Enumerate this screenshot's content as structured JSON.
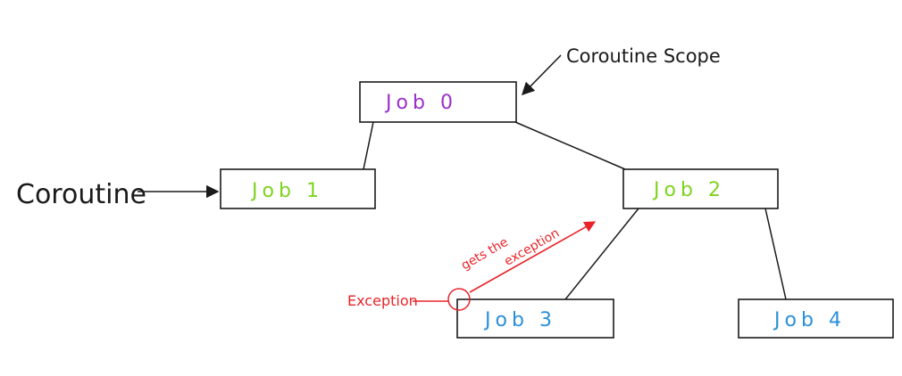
{
  "colors": {
    "root_label": "#9b2fc9",
    "green_label": "#7fd320",
    "blue_label": "#2b8fd9",
    "line": "#1a1a1a",
    "exception": "#e8242a"
  },
  "nodes": {
    "job0": {
      "label": "Job 0"
    },
    "job1": {
      "label": "Job 1"
    },
    "job2": {
      "label": "Job 2"
    },
    "job3": {
      "label": "Job 3"
    },
    "job4": {
      "label": "Job 4"
    }
  },
  "annotations": {
    "scope": "Coroutine Scope",
    "coroutine": "Coroutine",
    "exception": "Exception",
    "propagation_line1": "gets the",
    "propagation_line2": "exception"
  }
}
